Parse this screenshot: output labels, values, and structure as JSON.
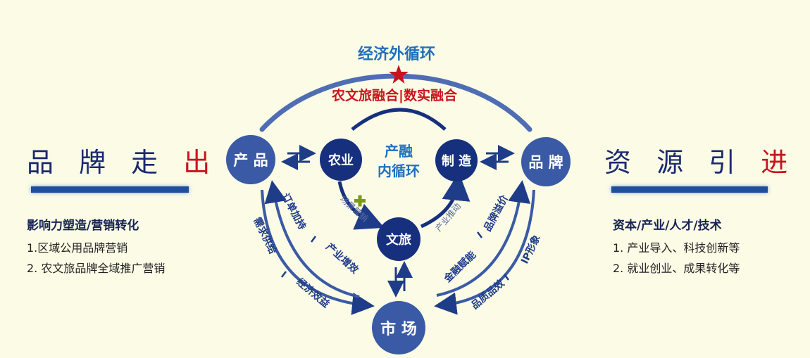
{
  "left": {
    "title_parts": [
      "品 牌 走 ",
      "出",
      " 去"
    ],
    "subtitle": "影响力塑造/营销转化",
    "items": [
      "1.区域公用品牌营销",
      "2. 农文旅品牌全域推广营销"
    ]
  },
  "right": {
    "title_parts": [
      "资 源 引 ",
      "进",
      " 来"
    ],
    "subtitle": "资本/产业/人才/技术",
    "items": [
      "1. 产业导入、科技创新等",
      "2. 就业创业、成果转化等"
    ]
  },
  "center": {
    "outer_cycle": "经济外循环",
    "fusion": "农文旅融合|数实融合",
    "inner_cycle_line1": "产融",
    "inner_cycle_line2": "内循环",
    "nodes": {
      "product": "产 品",
      "brand": "品 牌",
      "agri": "农业",
      "manufacture": "制 造",
      "culture_tourism": "文旅",
      "market": "市 场"
    },
    "arc_labels": {
      "scene_marketing": "场景营销",
      "industry_promotion": "产业推动",
      "order_support": "订单加持",
      "industry_efficiency": "产业增效",
      "supply_demand": "需求供给",
      "economic_benefit": "经济效益",
      "brand_premium": "品牌溢价",
      "ip_image": "IP形象",
      "finance_enable": "金融赋能",
      "quality_efficiency": "品质品效"
    }
  },
  "colors": {
    "navy": "#1f3c88",
    "node": "#3a5aa6",
    "node_dark": "#16307e",
    "red": "#c8141c",
    "blue_title": "#1f6fbf",
    "bg": "#fbfbe6"
  }
}
